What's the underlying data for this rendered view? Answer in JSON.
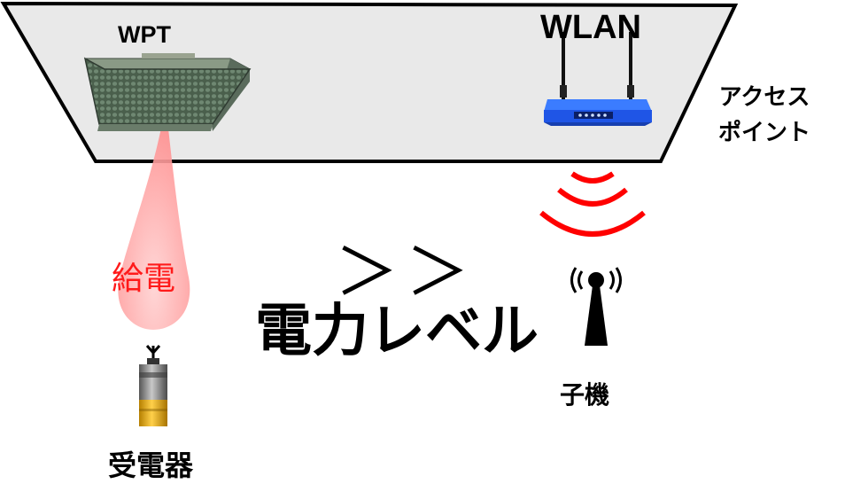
{
  "labels": {
    "wpt": "WPT",
    "wlan": "WLAN",
    "access_point": "アクセス\nポイント",
    "power_feed": "給電",
    "arrows": "＞＞",
    "power_level": "電力レベル",
    "child_device": "子機",
    "receiver": "受電器"
  },
  "colors": {
    "ceiling_fill": "#e9e9e9",
    "beam": "#ff6b6b",
    "signal_waves": "#ff0000",
    "router_body": "#1f55e6",
    "panel": "#4e6450",
    "battery": "#f3b51b"
  },
  "icons": [
    "wpt-panel-icon",
    "wifi-router-icon",
    "signal-wave-icon",
    "antenna-tower-icon",
    "power-receiver-icon"
  ]
}
